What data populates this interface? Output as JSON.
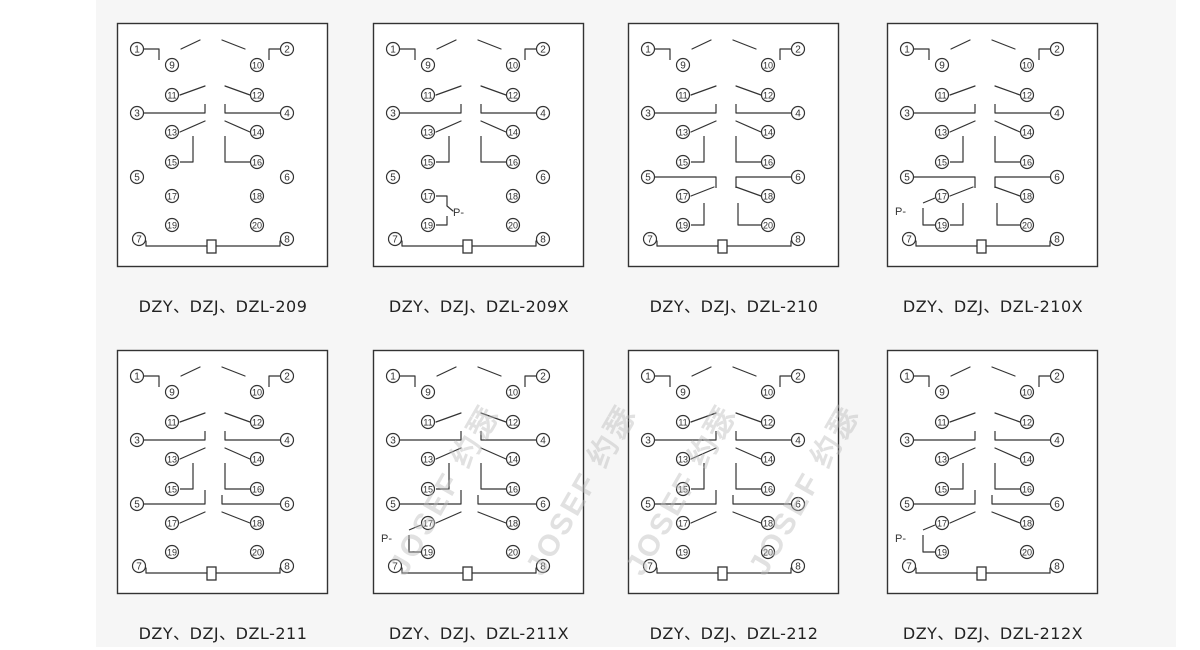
{
  "colors": {
    "ink": "#333333",
    "background": "#f6f6f6",
    "watermark": "#bdbdbd"
  },
  "terminal_labels": [
    "1",
    "2",
    "3",
    "4",
    "5",
    "6",
    "7",
    "8",
    "9",
    "10",
    "11",
    "12",
    "13",
    "14",
    "15",
    "16",
    "17",
    "18",
    "19",
    "20"
  ],
  "pressure_label": "P-",
  "watermark_text": "JOSEF 约瑟",
  "diagrams": [
    {
      "model": "DZY、DZJ、DZL-209",
      "contacts": [
        "1-9",
        "2-10",
        "11-3",
        "12-4",
        "13-15",
        "14-16"
      ],
      "pressure": "none"
    },
    {
      "model": "DZY、DZJ、DZL-209X",
      "contacts": [
        "1-9",
        "2-10",
        "11-3",
        "12-4",
        "13-15",
        "14-16"
      ],
      "pressure": "right"
    },
    {
      "model": "DZY、DZJ、DZL-210",
      "contacts": [
        "1-9",
        "2-10",
        "11-3",
        "12-4",
        "13-15",
        "14-16",
        "5-17-19",
        "6-18-20"
      ],
      "pressure": "none"
    },
    {
      "model": "DZY、DZJ、DZL-210X",
      "contacts": [
        "1-9",
        "2-10",
        "11-3",
        "12-4",
        "13-15",
        "14-16",
        "5-17-19",
        "6-18-20"
      ],
      "pressure": "left"
    },
    {
      "model": "DZY、DZJ、DZL-211",
      "contacts": [
        "1-9",
        "2-10",
        "11-3",
        "12-4",
        "13-15",
        "14-16",
        "5-17",
        "6-18"
      ],
      "pressure": "none"
    },
    {
      "model": "DZY、DZJ、DZL-211X",
      "contacts": [
        "1-9",
        "2-10",
        "11-3",
        "12-4",
        "13-15",
        "14-16",
        "5-17",
        "6-18"
      ],
      "pressure": "left"
    },
    {
      "model": "DZY、DZJ、DZL-212",
      "contacts": [
        "1-9",
        "2-10",
        "11-3",
        "12-4",
        "13-15",
        "14-16",
        "5-17",
        "6-18"
      ],
      "pressure": "none"
    },
    {
      "model": "DZY、DZJ、DZL-212X",
      "contacts": [
        "1-9",
        "2-10",
        "11-3",
        "12-4",
        "13-15",
        "14-16",
        "5-17",
        "6-18"
      ],
      "pressure": "left"
    }
  ]
}
